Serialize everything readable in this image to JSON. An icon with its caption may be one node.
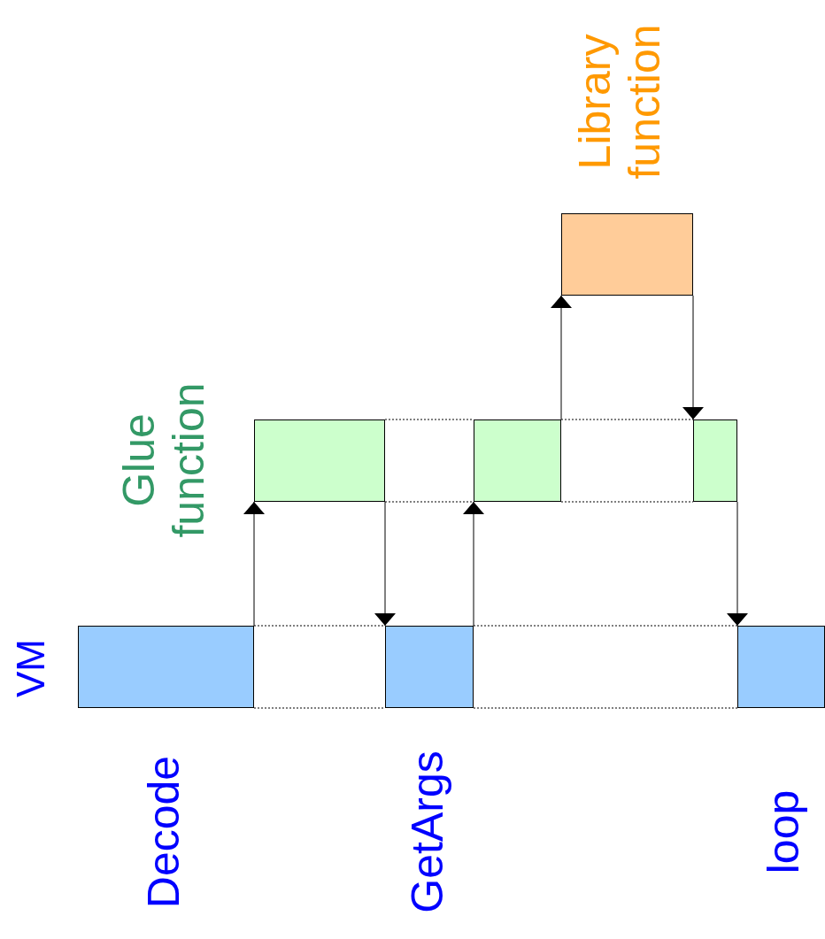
{
  "diagram": {
    "nodes": [
      {
        "text": [],
        "shape": "box",
        "beside": [
          "Decode"
        ]
      },
      {
        "text": [],
        "shape": "box",
        "beside": [
          "GetArgs"
        ]
      },
      {
        "text": [],
        "shape": "box",
        "beside": [
          "loop"
        ]
      },
      {
        "text": [],
        "shape": "box"
      },
      {
        "text": [],
        "shape": "box"
      },
      {
        "text": [],
        "shape": "box"
      },
      {
        "text": [],
        "shape": "box"
      }
    ],
    "edges": [
      {
        "from": 0,
        "to": 3,
        "arrow": "to"
      },
      {
        "from": 3,
        "to": 1,
        "arrow": "to"
      },
      {
        "from": 1,
        "to": 4,
        "arrow": "to"
      },
      {
        "from": 4,
        "to": 6,
        "arrow": "to"
      },
      {
        "from": 6,
        "to": 5,
        "arrow": "to"
      },
      {
        "from": 5,
        "to": 2,
        "arrow": "to"
      },
      {
        "from": 0,
        "to": 1,
        "arrow": "none",
        "style": "dashed"
      },
      {
        "from": 0,
        "to": 1,
        "arrow": "none",
        "style": "dashed"
      },
      {
        "from": 1,
        "to": 2,
        "arrow": "none",
        "style": "dashed"
      },
      {
        "from": 1,
        "to": 2,
        "arrow": "none",
        "style": "dashed"
      },
      {
        "from": 3,
        "to": 4,
        "arrow": "none",
        "style": "dashed"
      },
      {
        "from": 3,
        "to": 4,
        "arrow": "none",
        "style": "dashed"
      },
      {
        "from": 4,
        "to": 5,
        "arrow": "none",
        "style": "dashed"
      },
      {
        "from": 4,
        "to": 5,
        "arrow": "none",
        "style": "dashed"
      }
    ],
    "labels": [
      "Library function",
      "Glue function",
      "VM"
    ]
  }
}
